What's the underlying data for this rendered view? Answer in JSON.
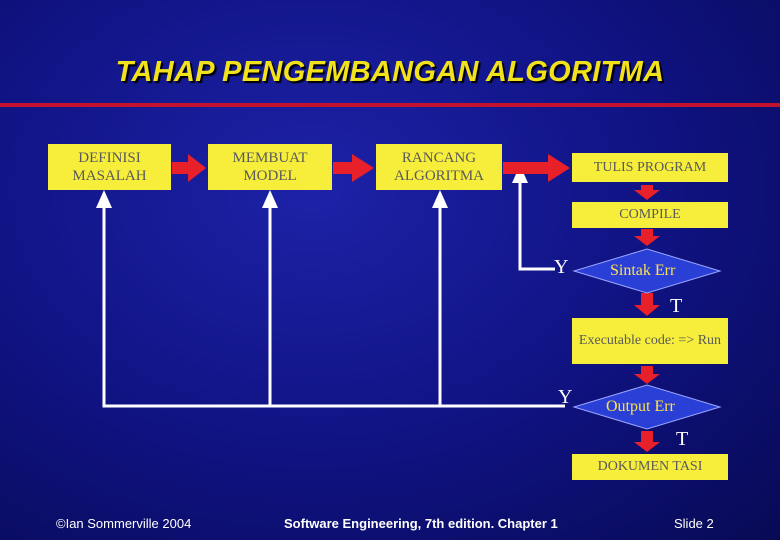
{
  "slide": {
    "title": "TAHAP PENGEMBANGAN ALGORITMA",
    "steps": {
      "definisi": "DEFINISI MASALAH",
      "membuat_model": "MEMBUAT MODEL",
      "rancang": "RANCANG ALGORITMA",
      "tulis": "TULIS PROGRAM",
      "compile": "COMPILE",
      "executable": "Executable code: => Run",
      "dokumentasi": "DOKUMEN TASI"
    },
    "decisions": {
      "sintak": "Sintak Err",
      "output": "Output Err"
    },
    "branch_labels": {
      "y1": "Y",
      "t1": "T",
      "y2": "Y",
      "t2": "T"
    },
    "footer": {
      "copyright": "©Ian Sommerville 2004",
      "book": "Software Engineering, 7th edition. Chapter 1",
      "slide": "Slide  2"
    }
  },
  "colors": {
    "background": "#10137f",
    "title": "#f2e21c",
    "box": "#f6ee3a",
    "decision": "#2a3fd6",
    "arrow": "#e8202a",
    "rule": "#c4122e"
  }
}
